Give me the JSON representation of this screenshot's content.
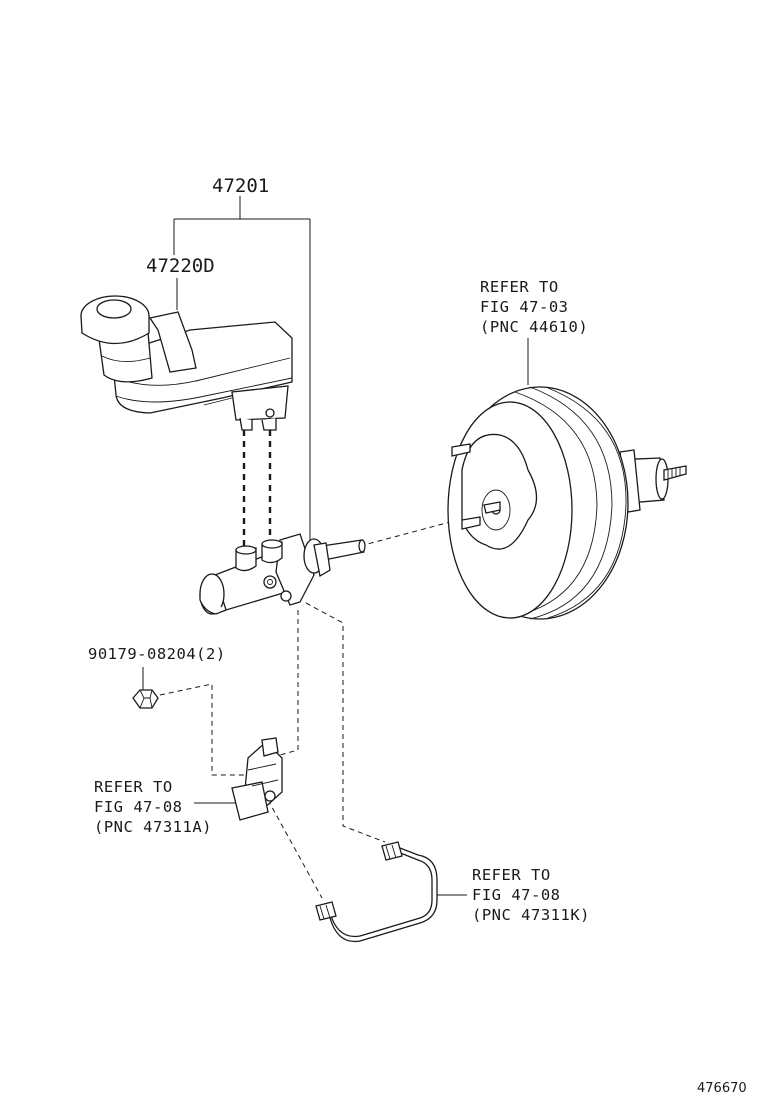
{
  "labels": {
    "assembly": "47201",
    "reservoir": "47220D",
    "nut": "90179-08204(2)",
    "booster_ref": [
      "REFER TO",
      "FIG 47-03",
      "(PNC 44610)"
    ],
    "bracket_ref": [
      "REFER TO",
      "FIG 47-08",
      "(PNC 47311A)"
    ],
    "tube_ref": [
      "REFER TO",
      "FIG 47-08",
      "(PNC 47311K)"
    ],
    "figure_id": "476670"
  },
  "parts": [
    {
      "icon": "brake-fluid-reservoir-icon"
    },
    {
      "icon": "brake-master-cylinder-icon"
    },
    {
      "icon": "brake-booster-icon"
    },
    {
      "icon": "hex-nut-icon"
    },
    {
      "icon": "brake-line-bracket-icon"
    },
    {
      "icon": "brake-tube-icon"
    }
  ]
}
